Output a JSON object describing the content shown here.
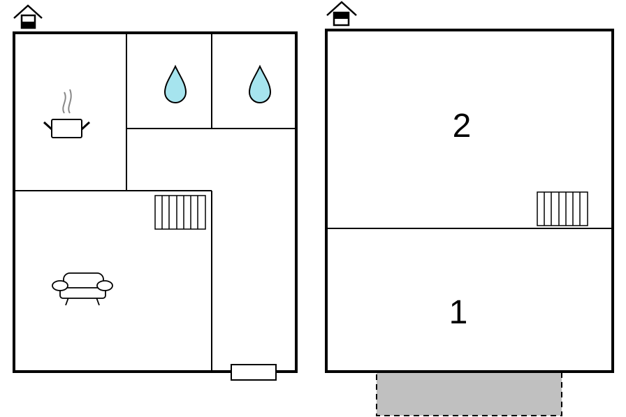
{
  "floors": [
    {
      "floor_indicator": "house-ground-floor-icon",
      "rooms": [
        {
          "role": "kitchen",
          "icon": "cooking-pot-icon"
        },
        {
          "role": "bathroom",
          "icon": "water-drop-icon"
        },
        {
          "role": "bathroom",
          "icon": "water-drop-icon"
        },
        {
          "role": "hallway",
          "icon": ""
        },
        {
          "role": "living-room",
          "icon": "sofa-icon"
        }
      ],
      "fixtures": [
        "radiator-icon",
        "entrance-door-icon"
      ]
    },
    {
      "floor_indicator": "house-upper-floor-icon",
      "rooms": [
        {
          "label": "2"
        },
        {
          "label": "1"
        }
      ],
      "fixtures": [
        "radiator-icon",
        "terrace-icon"
      ]
    }
  ],
  "colors": {
    "wall": "#000000",
    "water": "#a6e4ee",
    "terrace": "#c0c0c0",
    "steam": "#888888",
    "background": "#ffffff"
  }
}
